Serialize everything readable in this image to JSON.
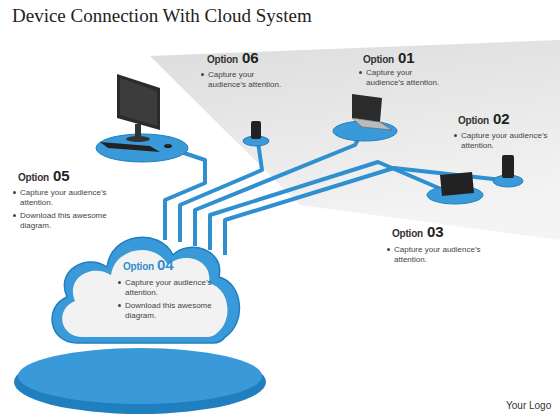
{
  "diagram": {
    "title": "Device Connection With Cloud System",
    "nodes": [
      {
        "text": [
          "Option",
          "04",
          "Capture your audience’s attention.",
          "Download this awesome diagram."
        ]
      }
    ],
    "labels": [
      "Option",
      "06",
      "Capture your audience’s attention.",
      "Option",
      "01",
      "Capture your audience’s attention.",
      "Option",
      "02",
      "Capture your audience’s attention.",
      "Option",
      "05",
      "Capture your audience’s attention.",
      "Download this awesome diagram.",
      "Option",
      "03",
      "Capture your audience’s attention.",
      "Your Logo"
    ]
  }
}
